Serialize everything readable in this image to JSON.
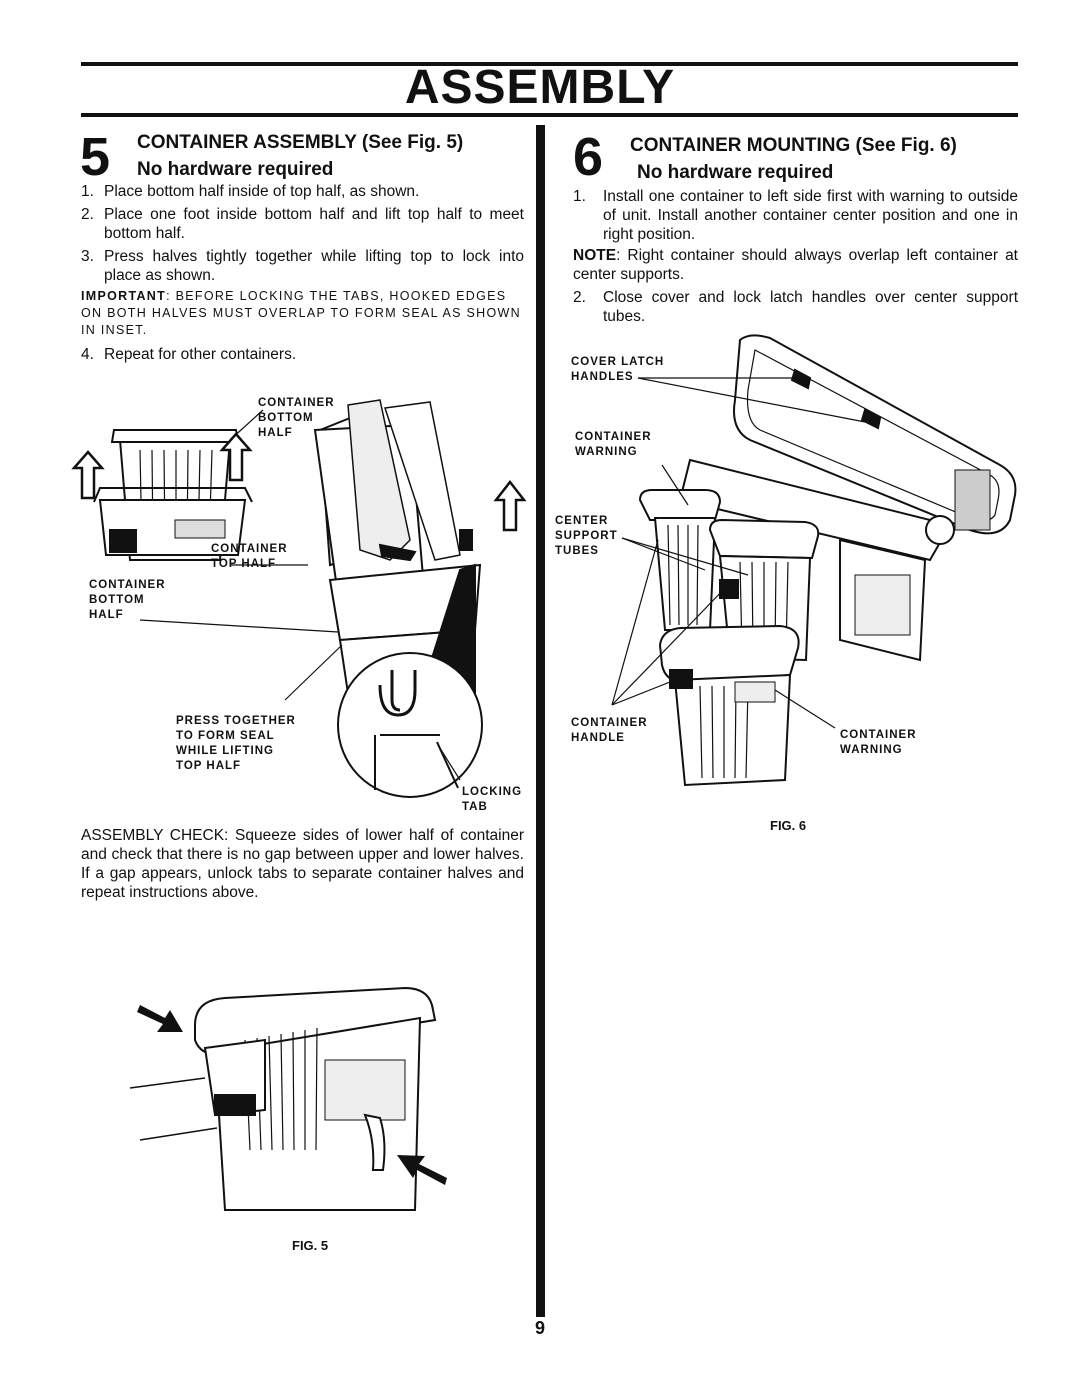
{
  "page_title": "ASSEMBLY",
  "left": {
    "step_number": "5",
    "heading": "CONTAINER ASSEMBLY (See Fig. 5)",
    "subheading": "No hardware required",
    "steps": [
      {
        "num": "1.",
        "text": "Place bottom half inside of top half, as shown."
      },
      {
        "num": "2.",
        "text": "Place one foot inside bottom half and lift top half to meet bottom half."
      },
      {
        "num": "3.",
        "text": "Press halves tightly together while lifting top to lock into place as shown."
      }
    ],
    "important_label": "IMPORTANT",
    "important_text": ": BEFORE LOCKING THE TABS, HOOKED EDGES ON BOTH HALVES MUST OVERLAP TO FORM SEAL AS SHOWN IN INSET.",
    "step4": {
      "num": "4.",
      "text": "Repeat for other containers."
    },
    "figure_labels": {
      "container_bottom_half_top": "CONTAINER\nBOTTOM\nHALF",
      "container_top_half": "CONTAINER\nTOP  HALF",
      "container_bottom_half_left": "CONTAINER\nBOTTOM\nHALF",
      "press_together": "PRESS  TOGETHER\nTO  FORM  SEAL\nWHILE  LIFTING\nTOP  HALF",
      "locking_tab": "LOCKING\nTAB"
    },
    "assembly_check": "ASSEMBLY CHECK: Squeeze sides of lower half of container and check that there is no gap between upper and lower halves. If a gap appears, unlock tabs to separate container halves and repeat instructions above.",
    "fig_caption": "FIG. 5"
  },
  "right": {
    "step_number": "6",
    "heading": "CONTAINER MOUNTING (See Fig. 6)",
    "subheading": "No hardware required",
    "steps": [
      {
        "num": "1.",
        "text": "Install one container to left side first with warning to outside of unit. Install another container center position and one in right position."
      }
    ],
    "note_label": "NOTE",
    "note_text": ": Right container should always overlap left container at center supports.",
    "step2": {
      "num": "2.",
      "text": "Close cover and lock latch handles over center support tubes."
    },
    "figure_labels": {
      "cover_latch_handles": "COVER  LATCH\nHANDLES",
      "container_warning_top": "CONTAINER\nWARNING",
      "center_support_tubes": "CENTER\nSUPPORT\nTUBES",
      "container_handle": "CONTAINER\nHANDLE",
      "container_warning_bottom": "CONTAINER\nWARNING"
    },
    "fig_caption": "FIG. 6"
  },
  "page_number": "9"
}
